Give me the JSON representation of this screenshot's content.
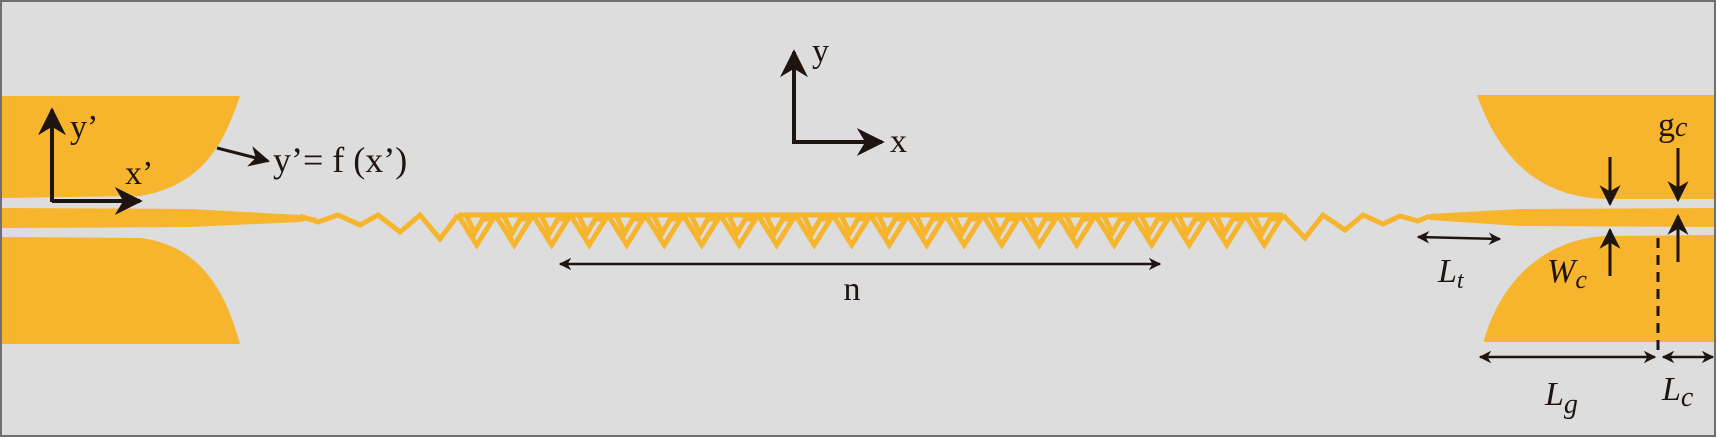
{
  "colors": {
    "background": "#dcdddc",
    "frame": "#6f6f6f",
    "metal": "#f6b52c",
    "ink": "#1e1410"
  },
  "diagram": {
    "title": "",
    "left_coupler": {
      "axis_y_label": "y’",
      "axis_x_label": "x’",
      "equation_label": "y’= f (x’)"
    },
    "global_axes": {
      "y_label": "y",
      "x_label": "x"
    },
    "grating": {
      "period_label": "n",
      "tooth_count_visible": 22
    },
    "right_coupler": {
      "taper_length_label": "L",
      "taper_length_sub": "t",
      "gap_label": "g",
      "gap_sub": "c",
      "width_label": "W",
      "width_sub": "c",
      "guide_length_label": "L",
      "guide_length_sub": "g",
      "coupler_length_label": "L",
      "coupler_length_sub": "c"
    }
  }
}
